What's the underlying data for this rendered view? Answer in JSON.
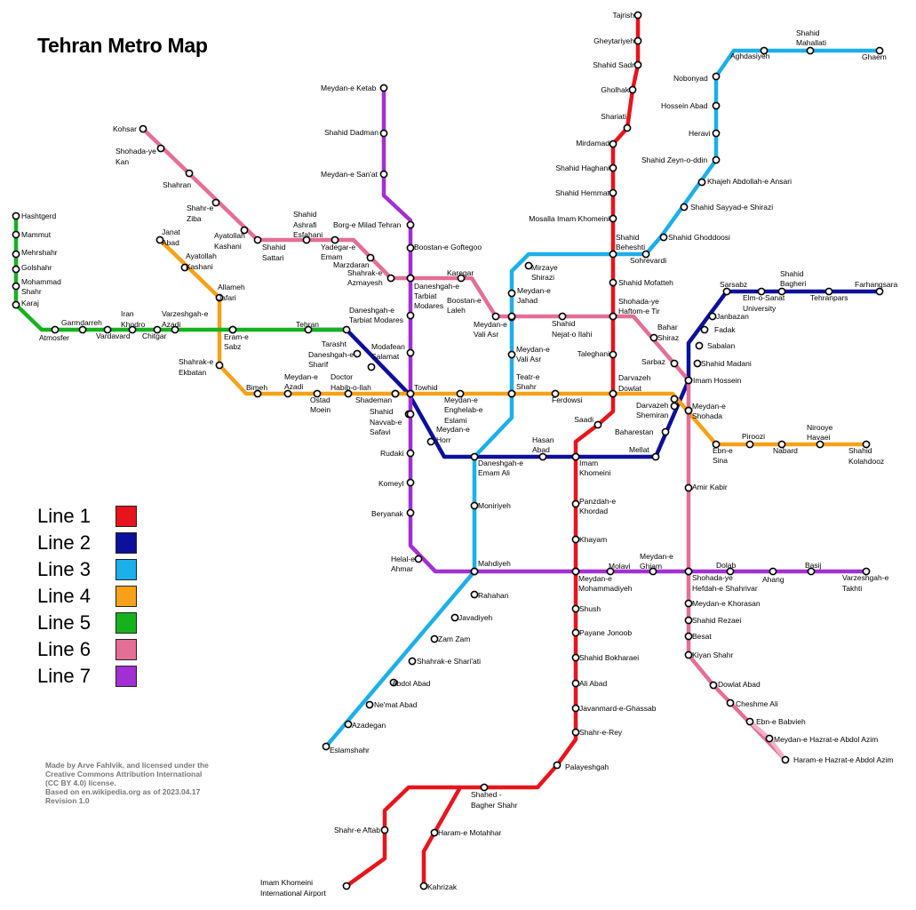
{
  "title": "Tehran Metro Map",
  "legend": [
    {
      "label": "Line 1",
      "color": "#e8141b"
    },
    {
      "label": "Line 2",
      "color": "#0c109c"
    },
    {
      "label": "Line 3",
      "color": "#1cafe9"
    },
    {
      "label": "Line 4",
      "color": "#f6a117"
    },
    {
      "label": "Line 5",
      "color": "#16b21e"
    },
    {
      "label": "Line 6",
      "color": "#e46e96"
    },
    {
      "label": "Line 7",
      "color": "#a22fd4"
    }
  ],
  "credit": [
    "Made by Arve Fahlvik, and licensed under the",
    "Creative Commons Attribution International",
    "(CC BY 4.0) license.",
    "Based on en.wikipedia.org as of 2023.04.17",
    "Revision 1.0"
  ],
  "stations": {
    "l1": [
      "Tajrish",
      "Gheytariyeh",
      "Shahid Sadr",
      "Gholhak",
      "Shariati",
      "Mirdamad",
      "Shahid Haghani",
      "Shahid Hemmat",
      "Mosalla Imam Khomeini",
      "Shahid Beheshti",
      "Shahid Mofatteh",
      "Shohada-ye Haftom-e Tir",
      "Taleghani",
      "Darvazeh Dowlat",
      "Saadi",
      "Imam Khomeini",
      "Panzdah-e Khordad",
      "Khayam",
      "Meydan-e Mohammadiyeh",
      "Shush",
      "Payane Jonoob",
      "Shahid Bokharaei",
      "Ali Abad",
      "Javanmard-e-Ghassab",
      "Shahr-e-Rey",
      "Palayeshgah",
      "Shahed - Bagher Shahr",
      "Haram-e Motahhar",
      "Kahrizak",
      "Shahr-e Aftab",
      "Imam Khomeini International Airport"
    ],
    "l2": [
      "Farhangsara",
      "Tehranpars",
      "Shahid Bagheri",
      "Elm-o-Sanat University",
      "Sarsabz",
      "Janbazan",
      "Fadak",
      "Sabalan",
      "Shahid Madani",
      "Imam Hossein",
      "Darvazeh Shemiran",
      "Baharestan",
      "Mellat",
      "Imam Khomeini",
      "Hasan Abad",
      "Meydan-e Horr",
      "Shahid Navvab-e Safavi",
      "Shademan",
      "Daneshgah-e Sharif",
      "Tarasht",
      "Tehran"
    ],
    "l3": [
      "Ghaem",
      "Shahid Mahallati",
      "Aghdasiyeh",
      "Nobonyad",
      "Hossein Abad",
      "Heravi",
      "Shahid Zeyn-o-ddin",
      "Khajeh Abdollah-e Ansari",
      "Shahid Sayyad-e Shirazi",
      "Shahid Ghoddoosi",
      "Sohrevardi",
      "Mirzaye Shirazi",
      "Meydan-e Jahad",
      "Meydan-e Vali Asr",
      "Teatr-e Shahr",
      "Daneshgah-e Emam Ali",
      "Moniriyeh",
      "Mahdiyeh",
      "Rahahan",
      "Javadiyeh",
      "Zam Zam",
      "Shahrak-e Shari'ati",
      "Abdol Abad",
      "Ne'mat Abad",
      "Azadegan",
      "Eslamshahr"
    ],
    "l4": [
      "Shahid Kolahdooz",
      "Nirooye Havaei",
      "Nabard",
      "Piroozi",
      "Ebn-e Sina",
      "Meydan-e Shohada",
      "Darvazeh Shemiran",
      "Darvazeh Dowlat",
      "Ferdowsi",
      "Teatr-e Shahr",
      "Meydan-e Enghelab-e Eslami",
      "Towhid",
      "Shademan",
      "Doctor Habib-o-llah",
      "Ostad Moein",
      "Meydan-e Azadi",
      "Bimeh",
      "Shahrak-e Ekbatan",
      "Allameh Jafari",
      "Ayatollah Kashani",
      "Janat Abad",
      "Eram-e Sabz"
    ],
    "l5": [
      "Tehran",
      "Eram-e Sabz",
      "Varzeshgah-e Azadi",
      "Chitgar",
      "Iran Khodro",
      "Vardavard",
      "Garmdarreh",
      "Atmosfer",
      "Karaj",
      "Mohammad Shahr",
      "Golshahr",
      "Mehrshahr",
      "Mammut",
      "Hashtgerd"
    ],
    "l6": [
      "Kohsar",
      "Shohada-ye Kan",
      "Shahran",
      "Shahr-e Ziba",
      "Ayatollah Kashani",
      "Shahid Sattari",
      "Shahid Ashrafi Esfahani",
      "Yadegar-e Emam",
      "Marzdaran",
      "Shahrak-e Azmayesh",
      "Daneshgah-e Tarbiat Modares",
      "Karegar",
      "Boostan-e Laleh",
      "Meydan-e Vali Asr",
      "Shahid Nejat-o Ilahi",
      "Shohada-ye Haftom-e Tir",
      "Bahar Shiraz",
      "Sarbaz",
      "Imam Hossein",
      "Meydan-e Shohada",
      "Amir Kabir",
      "Shohada-ye Hefdah-e Shahrivar",
      "Meydan-e Khorasan",
      "Shahid Rezaei",
      "Besat",
      "Kiyan Shahr",
      "Dowlat Abad",
      "Cheshme Ali",
      "Ebn-e Babvieh",
      "Meydan-e Hazrat-e Abdol Azim",
      "Haram-e Hazrat-e Abdol Azim"
    ],
    "l7": [
      "Meydan-e Ketab",
      "Shahid Dadman",
      "Meydan-e San'at",
      "Borg-e Milad Tehran",
      "Boostan-e Goftegoo",
      "Daneshgah-e Tarbiat Modares",
      "Modafean Salamat",
      "Towhid",
      "Shahid Navvab-e Safavi",
      "Rudaki",
      "Komeyl",
      "Beryanak",
      "Helal-e Ahmar",
      "Mahdiyeh",
      "Meydan-e Mohammadiyeh",
      "Molavi",
      "Meydan-e Ghiam",
      "Shohada-ye Hefdah-e Shahrivar",
      "Dolab",
      "Ahang",
      "Basij",
      "Varzeshgah-e Takhti"
    ]
  },
  "labels": [
    {
      "t": "Tajrish"
    },
    {
      "t": "Gheytariyeh"
    },
    {
      "t": "Shahid Sadr"
    },
    {
      "t": "Gholhak"
    },
    {
      "t": "Shariati"
    },
    {
      "t": "Mirdamad"
    },
    {
      "t": "Shahid Haghani"
    },
    {
      "t": "Shahid Hemmat"
    },
    {
      "t": "Mosalla Imam Khomeini"
    },
    {
      "t": "Shahid"
    },
    {
      "t": "Beheshti"
    },
    {
      "t": "Shahid Mofatteh"
    },
    {
      "t": "Shohada-ye"
    },
    {
      "t": "Haftom-e Tir"
    },
    {
      "t": "Taleghani"
    },
    {
      "t": "Darvazeh"
    },
    {
      "t": "Dowlat"
    },
    {
      "t": "Saadi"
    },
    {
      "t": "Imam"
    },
    {
      "t": "Khomeini"
    },
    {
      "t": "Panzdah-e"
    },
    {
      "t": "Khordad"
    },
    {
      "t": "Khayam"
    },
    {
      "t": "Meydan-e"
    },
    {
      "t": "Mohammadiyeh"
    },
    {
      "t": "Shush"
    },
    {
      "t": "Payane Jonoob"
    },
    {
      "t": "Shahid Bokharaei"
    },
    {
      "t": "Ali Abad"
    },
    {
      "t": "Javanmard-e-Ghassab"
    },
    {
      "t": "Shahr-e-Rey"
    },
    {
      "t": "Palayeshgah"
    },
    {
      "t": "Shahed -"
    },
    {
      "t": "Bagher Shahr"
    },
    {
      "t": "Haram-e Motahhar"
    },
    {
      "t": "Kahrizak"
    },
    {
      "t": "Shahr-e Aftab"
    },
    {
      "t": "Imam Khomeini"
    },
    {
      "t": "International Airport"
    },
    {
      "t": "Shahid"
    },
    {
      "t": "Mahallati"
    },
    {
      "t": "Ghaem"
    },
    {
      "t": "Aghdasiyeh"
    },
    {
      "t": "Nobonyad"
    },
    {
      "t": "Hossein Abad"
    },
    {
      "t": "Heravi"
    },
    {
      "t": "Shahid Zeyn-o-ddin"
    },
    {
      "t": "Khajeh Abdollah-e Ansari"
    },
    {
      "t": "Shahid Sayyad-e Shirazi"
    },
    {
      "t": "Shahid Ghoddoosi"
    },
    {
      "t": "Sohrevardi"
    },
    {
      "t": "Mirzaye"
    },
    {
      "t": "Shirazi"
    },
    {
      "t": "Meydan-e"
    },
    {
      "t": "Jahad"
    },
    {
      "t": "Meydan-e"
    },
    {
      "t": "Vali Asr"
    },
    {
      "t": "Teatr-e"
    },
    {
      "t": "Shahr"
    },
    {
      "t": "Daneshgah-e"
    },
    {
      "t": "Emam Ali"
    },
    {
      "t": "Moniriyeh"
    },
    {
      "t": "Mahdiyeh"
    },
    {
      "t": "Rahahan"
    },
    {
      "t": "Javadiyeh"
    },
    {
      "t": "Zam Zam"
    },
    {
      "t": "Shahrak-e Shari'ati"
    },
    {
      "t": "Abdol Abad"
    },
    {
      "t": "Ne'mat Abad"
    },
    {
      "t": "Azadegan"
    },
    {
      "t": "Eslamshahr"
    },
    {
      "t": "Sarsabz"
    },
    {
      "t": "Elm-o-Sanat"
    },
    {
      "t": "University"
    },
    {
      "t": "Shahid"
    },
    {
      "t": "Bagheri"
    },
    {
      "t": "Tehranpars"
    },
    {
      "t": "Farhangsara"
    },
    {
      "t": "Janbazan"
    },
    {
      "t": "Fadak"
    },
    {
      "t": "Sabalan"
    },
    {
      "t": "Shahid Madani"
    },
    {
      "t": "Imam Hossein"
    },
    {
      "t": "Darvazeh"
    },
    {
      "t": "Shemiran"
    },
    {
      "t": "Baharestan"
    },
    {
      "t": "Mellat"
    },
    {
      "t": "Hasan"
    },
    {
      "t": "Abad"
    },
    {
      "t": "Meydan-e"
    },
    {
      "t": "Horr"
    },
    {
      "t": "Shahid"
    },
    {
      "t": "Navvab-e"
    },
    {
      "t": "Safavi"
    },
    {
      "t": "Shademan"
    },
    {
      "t": "Tarasht"
    },
    {
      "t": "Daneshgah-e"
    },
    {
      "t": "Sharif"
    },
    {
      "t": "Tehran"
    },
    {
      "t": "Meydan-e"
    },
    {
      "t": "Shohada"
    },
    {
      "t": "Ebn-e"
    },
    {
      "t": "Sina"
    },
    {
      "t": "Piroozi"
    },
    {
      "t": "Nabard"
    },
    {
      "t": "Nirooye"
    },
    {
      "t": "Havaei"
    },
    {
      "t": "Shahid"
    },
    {
      "t": "Kolahdooz"
    },
    {
      "t": "Ferdowsi"
    },
    {
      "t": "Meydan-e"
    },
    {
      "t": "Enghelab-e"
    },
    {
      "t": "Eslami"
    },
    {
      "t": "Towhid"
    },
    {
      "t": "Doctor"
    },
    {
      "t": "Habib-o-llah"
    },
    {
      "t": "Ostad"
    },
    {
      "t": "Moein"
    },
    {
      "t": "Meydan-e"
    },
    {
      "t": "Azadi"
    },
    {
      "t": "Bimeh"
    },
    {
      "t": "Shahrak-e"
    },
    {
      "t": "Ekbatan"
    },
    {
      "t": "Allameh"
    },
    {
      "t": "Jafari"
    },
    {
      "t": "Ayatollah"
    },
    {
      "t": "Kashani"
    },
    {
      "t": "Janat"
    },
    {
      "t": "Abad"
    },
    {
      "t": "Eram-e"
    },
    {
      "t": "Sabz"
    },
    {
      "t": "Varzeshgah-e"
    },
    {
      "t": "Azadi"
    },
    {
      "t": "Chitgar"
    },
    {
      "t": "Iran"
    },
    {
      "t": "Khodro"
    },
    {
      "t": "Vardavard"
    },
    {
      "t": "Garmdarreh"
    },
    {
      "t": "Atmosfer"
    },
    {
      "t": "Karaj"
    },
    {
      "t": "Mohammad"
    },
    {
      "t": "Shahr"
    },
    {
      "t": "Golshahr"
    },
    {
      "t": "Mehrshahr"
    },
    {
      "t": "Mammut"
    },
    {
      "t": "Hashtgerd"
    },
    {
      "t": "Kohsar"
    },
    {
      "t": "Shohada-ye"
    },
    {
      "t": "Kan"
    },
    {
      "t": "Shahran"
    },
    {
      "t": "Shahr-e"
    },
    {
      "t": "Ziba"
    },
    {
      "t": "Ayatollah"
    },
    {
      "t": "Kashani"
    },
    {
      "t": "Shahid"
    },
    {
      "t": "Sattari"
    },
    {
      "t": "Shahid"
    },
    {
      "t": "Ashrafi"
    },
    {
      "t": "Esfahani"
    },
    {
      "t": "Yadegar-e"
    },
    {
      "t": "Emam"
    },
    {
      "t": "Marzdaran"
    },
    {
      "t": "Shahrak-e"
    },
    {
      "t": "Azmayesh"
    },
    {
      "t": "Daneshgah-e"
    },
    {
      "t": "Tarbiat"
    },
    {
      "t": "Modares"
    },
    {
      "t": "Karegar"
    },
    {
      "t": "Boostan-e"
    },
    {
      "t": "Laleh"
    },
    {
      "t": "Meydan-e"
    },
    {
      "t": "Vali Asr"
    },
    {
      "t": "Shahid"
    },
    {
      "t": "Nejat-o Ilahi"
    },
    {
      "t": "Bahar"
    },
    {
      "t": "Shiraz"
    },
    {
      "t": "Sarbaz"
    },
    {
      "t": "Amir Kabir"
    },
    {
      "t": "Shohada-ye"
    },
    {
      "t": "Hefdah-e Shahrivar"
    },
    {
      "t": "Meydan-e Khorasan"
    },
    {
      "t": "Shahid Rezaei"
    },
    {
      "t": "Besat"
    },
    {
      "t": "Kiyan Shahr"
    },
    {
      "t": "Dowlat Abad"
    },
    {
      "t": "Cheshme Ali"
    },
    {
      "t": "Ebn-e Babvieh"
    },
    {
      "t": "Meydan-e Hazrat-e Abdol Azim"
    },
    {
      "t": "Haram-e Hazrat-e Abdol Azim"
    },
    {
      "t": "Meydan-e Ketab"
    },
    {
      "t": "Shahid Dadman"
    },
    {
      "t": "Meydan-e San'at"
    },
    {
      "t": "Borg-e Milad Tehran"
    },
    {
      "t": "Boostan-e Goftegoo"
    },
    {
      "t": "Daneshgah-e"
    },
    {
      "t": "Tarbiat Modares"
    },
    {
      "t": "Modafean"
    },
    {
      "t": "Salamat"
    },
    {
      "t": "Rudaki"
    },
    {
      "t": "Komeyl"
    },
    {
      "t": "Beryanak"
    },
    {
      "t": "Helal-e"
    },
    {
      "t": "Ahmar"
    },
    {
      "t": "Molavi"
    },
    {
      "t": "Meydan-e"
    },
    {
      "t": "Ghiam"
    },
    {
      "t": "Dolab"
    },
    {
      "t": "Ahang"
    },
    {
      "t": "Basij"
    },
    {
      "t": "Varzeshgah-e"
    },
    {
      "t": "Takhti"
    }
  ]
}
